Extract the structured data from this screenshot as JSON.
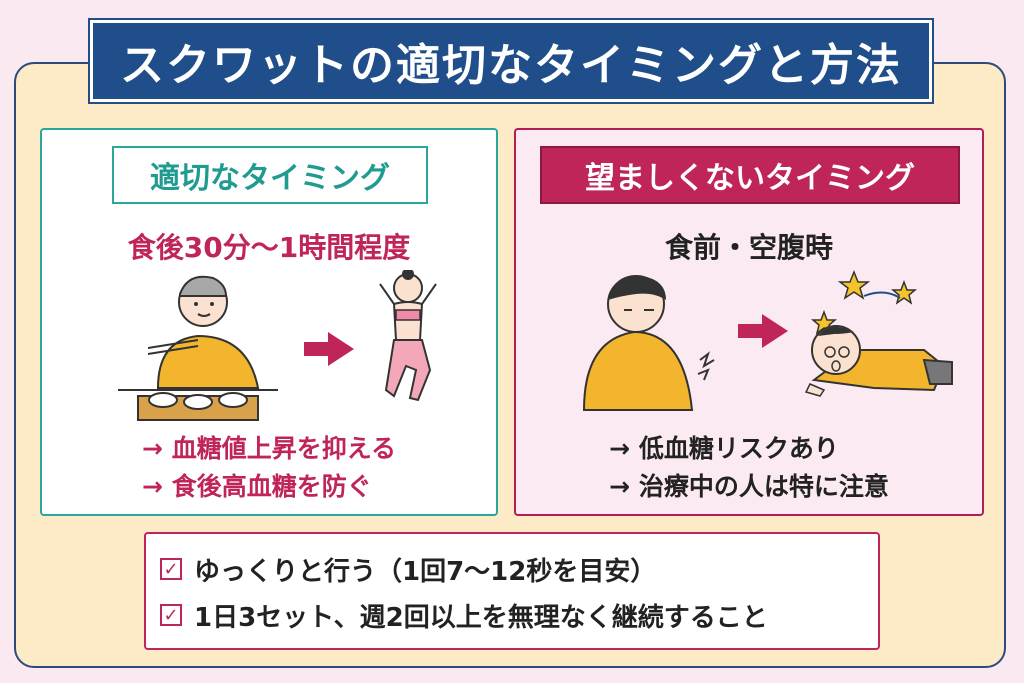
{
  "title": "スクワットの適切なタイミングと方法",
  "left_panel": {
    "tag": "適切なタイミング",
    "subtitle": "食後30分〜1時間程度",
    "bullets": [
      "→ 血糖値上昇を抑える",
      "→ 食後高血糖を防ぐ"
    ]
  },
  "right_panel": {
    "tag": "望ましくないタイミング",
    "subtitle": "食前・空腹時",
    "bullets": [
      "→ 低血糖リスクあり",
      "→ 治療中の人は特に注意"
    ]
  },
  "checklist": {
    "items": [
      "ゆっくりと行う（1回7〜12秒を目安）",
      "1日3セット、週2回以上を無理なく継続すること"
    ],
    "check_mark": "✓"
  },
  "colors": {
    "accent_red": "#c0255a",
    "accent_teal": "#2aa79b",
    "title_navy": "#1f4e8a",
    "background_cream": "#fcebc6"
  }
}
